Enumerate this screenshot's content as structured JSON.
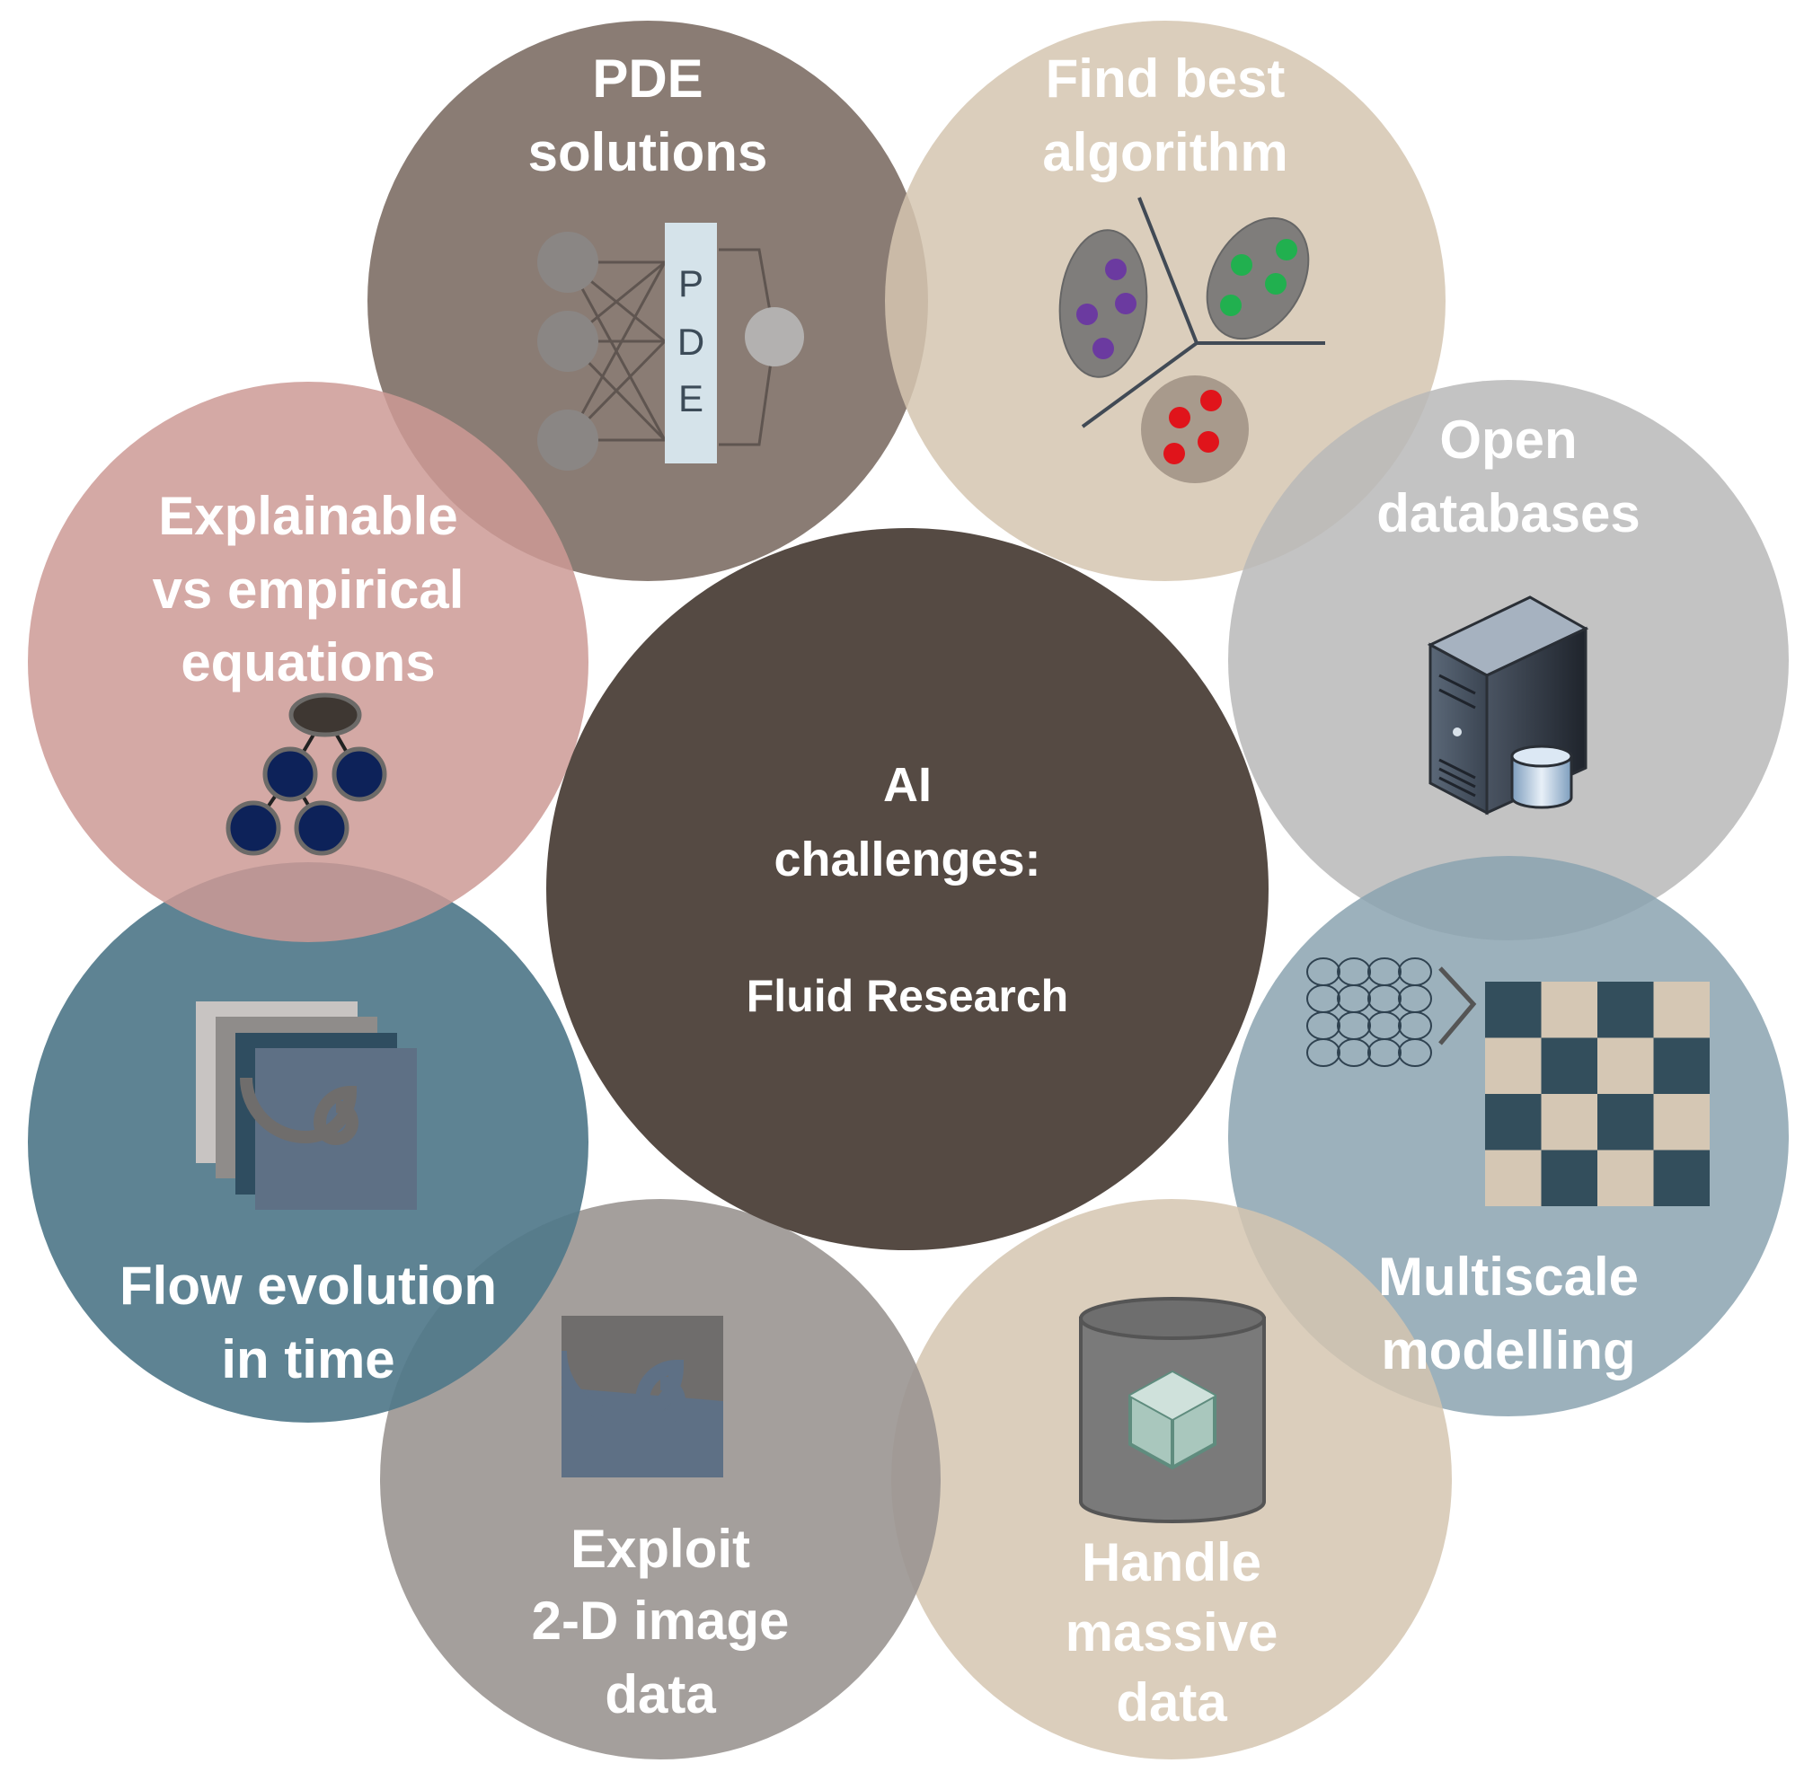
{
  "center": {
    "title_line1": "AI",
    "title_line2": "challenges:",
    "subtitle": "Fluid Research",
    "color": "#554a43"
  },
  "bubbles": {
    "pde": {
      "line1": "PDE",
      "line2": "solutions",
      "layer_text": [
        "P",
        "D",
        "E"
      ],
      "color": "#7d6e65",
      "icon": "neural-network-icon"
    },
    "algorithm": {
      "line1": "Find best",
      "line2": "algorithm",
      "color": "#d5c5b0",
      "icon": "clustering-icon"
    },
    "databases": {
      "line1": "Open",
      "line2": "databases",
      "color": "#b8b8b8",
      "icon": "server-database-icon"
    },
    "multiscale": {
      "line1": "Multiscale",
      "line2": "modelling",
      "color": "#8ba3b0",
      "icon": "multiscale-grid-icon"
    },
    "massive": {
      "line1": "Handle",
      "line2": "massive",
      "line3": "data",
      "color": "#d5c5b0",
      "icon": "database-cylinder-icon"
    },
    "image": {
      "line1": "Exploit",
      "line2": "2-D image",
      "line3": "data",
      "color": "#9a9591",
      "icon": "vortex-image-icon"
    },
    "flow": {
      "line1": "Flow evolution",
      "line2": "in time",
      "color": "#50788a",
      "icon": "image-stack-icon"
    },
    "explainable": {
      "line1": "Explainable",
      "line2": "vs empirical",
      "line3": "equations",
      "color": "#cc9a95",
      "icon": "tree-graph-icon"
    }
  }
}
